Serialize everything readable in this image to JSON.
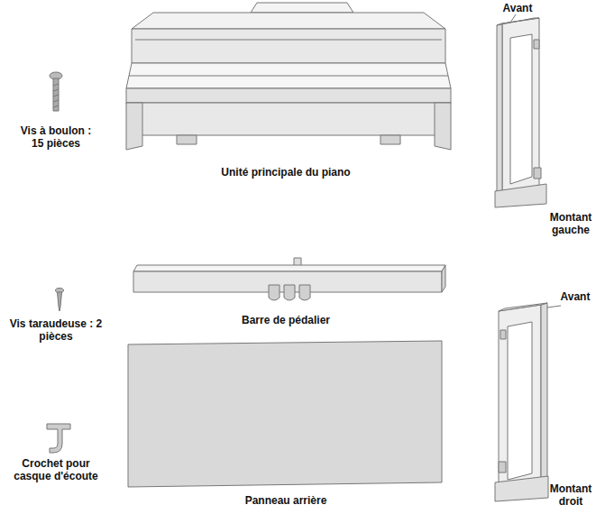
{
  "diagram": {
    "labels": [
      "Avant",
      "Unité principale du piano",
      "Vis à boulon : 15 pièces",
      "Montant gauche",
      "Barre de pédalier",
      "Vis taraudeuse : 2 pièces",
      "Avant",
      "Crochet pour casque d'écoute",
      "Panneau arrière",
      "Montant droit"
    ]
  }
}
